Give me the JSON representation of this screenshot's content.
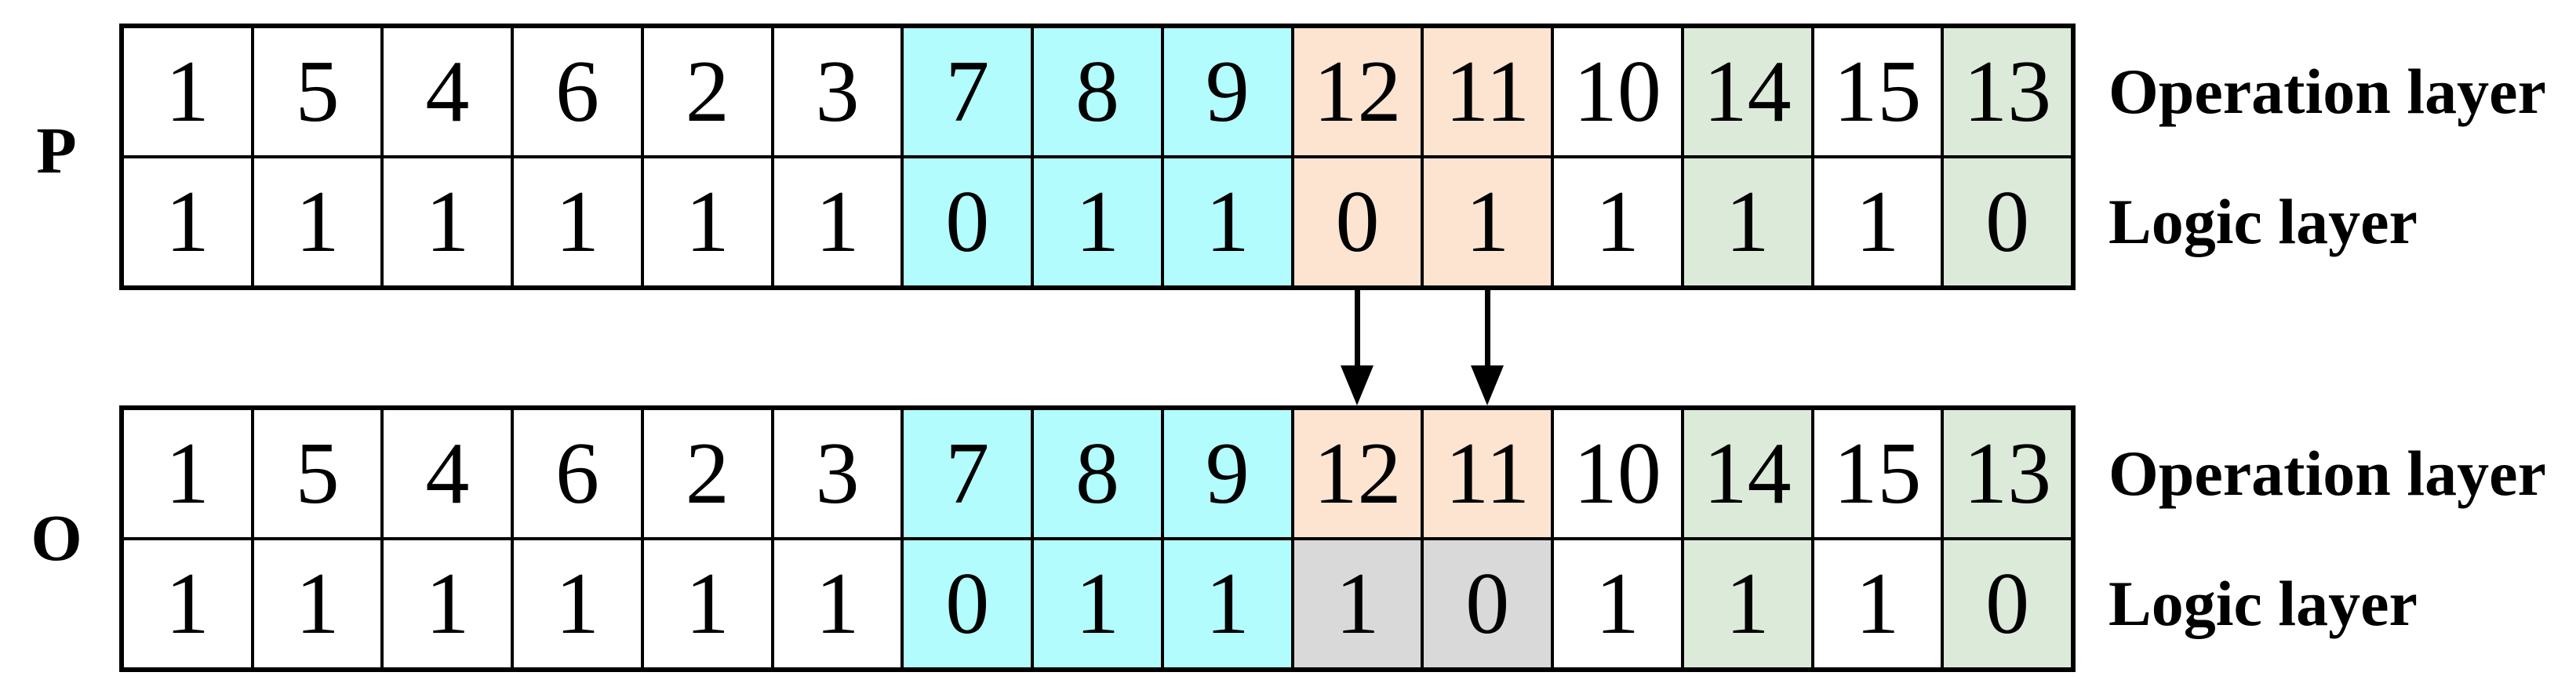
{
  "figure": {
    "background": "#ffffff",
    "row_labels": {
      "p": "P",
      "o": "O"
    },
    "layer_labels": {
      "operation": "Operation layer",
      "logic": "Logic layer"
    },
    "colors": {
      "white": "#ffffff",
      "cyan": "#b2fcfe",
      "peach": "#fce4d1",
      "green": "#dcead9",
      "gray": "#d9d9d9",
      "border": "#000000",
      "text": "#000000"
    },
    "tables": {
      "p": {
        "label": "P",
        "operation_values": [
          "1",
          "5",
          "4",
          "6",
          "2",
          "3",
          "7",
          "8",
          "9",
          "12",
          "11",
          "10",
          "14",
          "15",
          "13"
        ],
        "logic_values": [
          "1",
          "1",
          "1",
          "1",
          "1",
          "1",
          "0",
          "1",
          "1",
          "0",
          "1",
          "1",
          "1",
          "1",
          "0"
        ],
        "operation_colors": [
          "white",
          "white",
          "white",
          "white",
          "white",
          "white",
          "cyan",
          "cyan",
          "cyan",
          "peach",
          "peach",
          "white",
          "green",
          "white",
          "green"
        ],
        "logic_colors": [
          "white",
          "white",
          "white",
          "white",
          "white",
          "white",
          "cyan",
          "cyan",
          "cyan",
          "peach",
          "peach",
          "white",
          "green",
          "white",
          "green"
        ]
      },
      "o": {
        "label": "O",
        "operation_values": [
          "1",
          "5",
          "4",
          "6",
          "2",
          "3",
          "7",
          "8",
          "9",
          "12",
          "11",
          "10",
          "14",
          "15",
          "13"
        ],
        "logic_values": [
          "1",
          "1",
          "1",
          "1",
          "1",
          "1",
          "0",
          "1",
          "1",
          "1",
          "0",
          "1",
          "1",
          "1",
          "0"
        ],
        "operation_colors": [
          "white",
          "white",
          "white",
          "white",
          "white",
          "white",
          "cyan",
          "cyan",
          "cyan",
          "peach",
          "peach",
          "white",
          "green",
          "white",
          "green"
        ],
        "logic_colors": [
          "white",
          "white",
          "white",
          "white",
          "white",
          "white",
          "cyan",
          "cyan",
          "cyan",
          "gray",
          "gray",
          "white",
          "green",
          "white",
          "green"
        ]
      }
    },
    "arrows": {
      "columns": [
        9,
        10
      ]
    }
  }
}
